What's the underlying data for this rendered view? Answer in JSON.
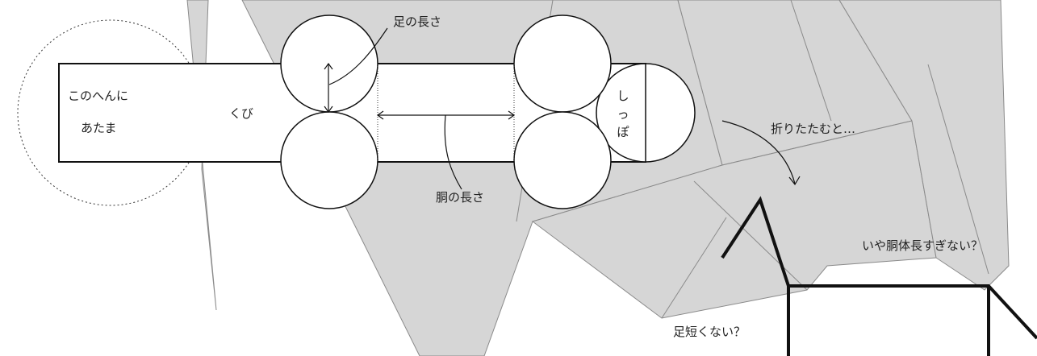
{
  "labels": {
    "leg_length": "足の長さ",
    "head_line1": "このへんに",
    "head_line2": "あたま",
    "neck": "くび",
    "tail": "しっぽ",
    "torso_length": "胴の長さ",
    "fold_note": "折りたたむと…",
    "long_body_question": "いや胴体長すぎない？",
    "short_legs_question": "足短くない？"
  },
  "colors": {
    "paper_fill": "#d6d6d6",
    "crease_line": "#8a8a8a",
    "outline": "#111111",
    "background": "#ffffff"
  }
}
